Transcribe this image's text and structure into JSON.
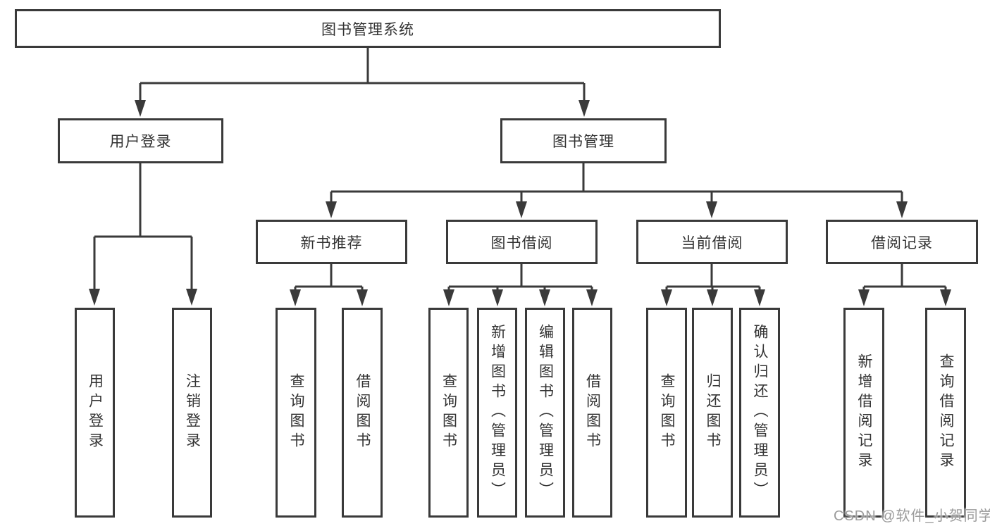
{
  "title": {
    "label": "图书管理系统"
  },
  "level2": [
    {
      "label": "用户登录"
    },
    {
      "label": "图书管理"
    }
  ],
  "level3": [
    {
      "label": "新书推荐"
    },
    {
      "label": "图书借阅"
    },
    {
      "label": "当前借阅"
    },
    {
      "label": "借阅记录"
    }
  ],
  "level4": {
    "user_login": [
      {
        "label": "用户登录"
      },
      {
        "label": "注销登录"
      }
    ],
    "new_book": [
      {
        "label": "查询图书"
      },
      {
        "label": "借阅图书"
      }
    ],
    "book_borrow": [
      {
        "label": "查询图书"
      },
      {
        "label": "新增图书（管理员）"
      },
      {
        "label": "编辑图书（管理员）"
      },
      {
        "label": "借阅图书"
      }
    ],
    "current_borrow": [
      {
        "label": "查询图书"
      },
      {
        "label": "归还图书"
      },
      {
        "label": "确认归还（管理员）"
      }
    ],
    "borrow_record": [
      {
        "label": "新增借阅记录"
      },
      {
        "label": "查询借阅记录"
      }
    ]
  },
  "watermark": "CSDN @软件_小贺同学",
  "colors": {
    "line": "#3a3a3a",
    "text": "#333333",
    "background": "#ffffff",
    "watermark": "#9b9b9b"
  }
}
